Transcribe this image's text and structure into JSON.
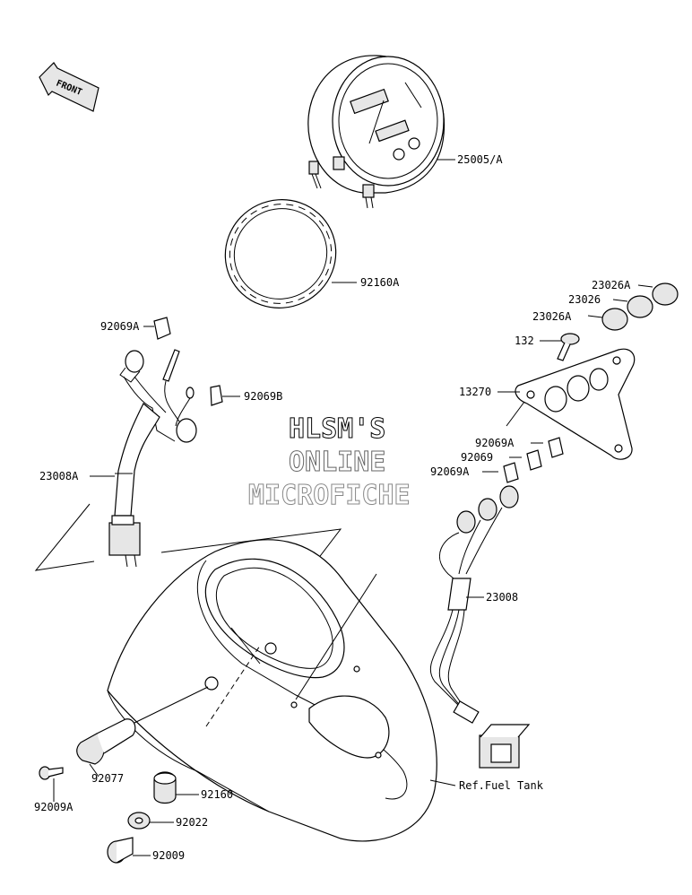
{
  "front_label": "FRONT",
  "watermark": {
    "line1": "HLSM'S",
    "line2": "ONLINE",
    "line3": "MICROFICHE"
  },
  "labels": {
    "p25005": "25005/A",
    "p92160A": "92160A",
    "p92069A_top": "92069A",
    "p92069B": "92069B",
    "p23008A": "23008A",
    "p23026A_1": "23026A",
    "p23026": "23026",
    "p23026A_2": "23026A",
    "p132": "132",
    "p13270": "13270",
    "p92069A_r1": "92069A",
    "p92069": "92069",
    "p92069A_r2": "92069A",
    "p23008": "23008",
    "p92077": "92077",
    "p92009A": "92009A",
    "p92160": "92160",
    "p92022": "92022",
    "p92009": "92009",
    "ref_fuel_tank": "Ref.Fuel Tank"
  }
}
